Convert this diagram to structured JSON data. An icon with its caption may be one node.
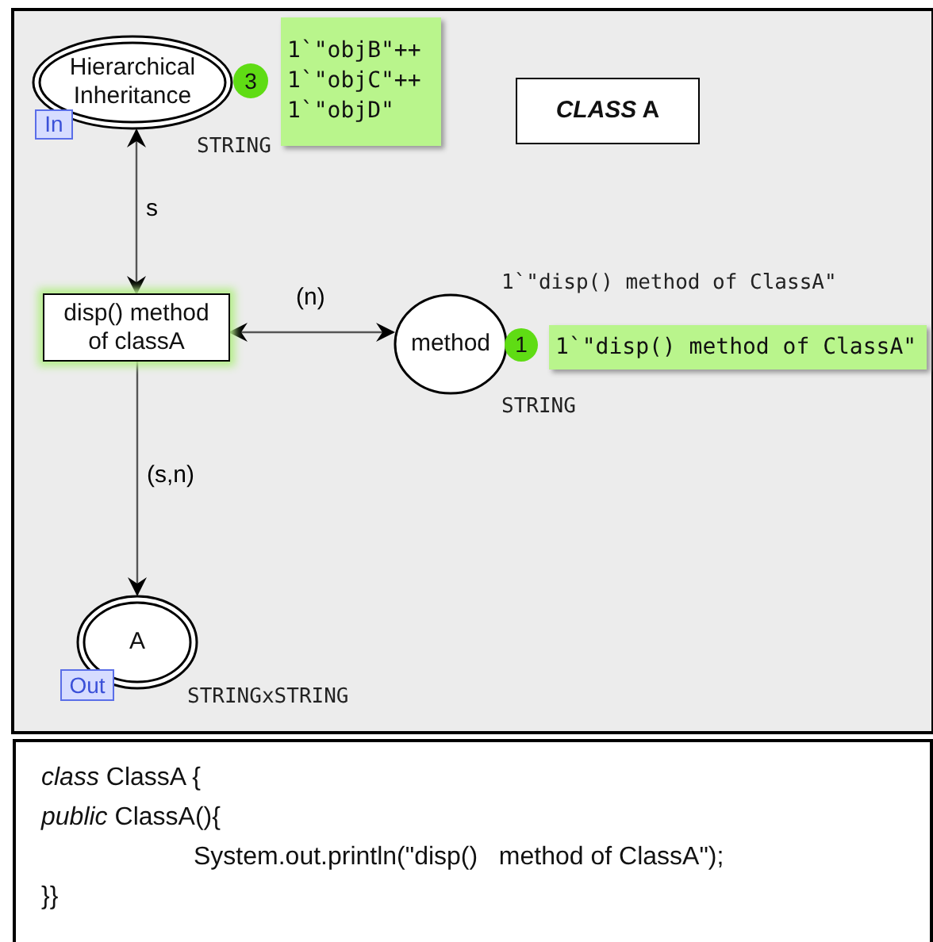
{
  "diagram": {
    "nodes": [
      {
        "text": [
          "Hierarchical Inheritance"
        ],
        "beside": [
          "STRING"
        ]
      },
      {
        "text": [
          "In"
        ]
      },
      {
        "text": [
          "3"
        ]
      },
      {
        "text": [
          "1`\"objB\"++ 1`\"objC\"++ 1`\"objD\""
        ]
      },
      {
        "text": [
          "*CLASS* A"
        ]
      },
      {
        "text": [
          "disp() method of classA"
        ]
      },
      {
        "text": [
          "method"
        ],
        "beside": [
          "1`\"disp() method of ClassA\"",
          "STRING"
        ]
      },
      {
        "text": [
          "1"
        ]
      },
      {
        "text": [
          "1`\"disp() method of ClassA\""
        ]
      },
      {
        "text": [
          "A"
        ],
        "beside": [
          "STRINGxSTRING"
        ]
      },
      {
        "text": [
          "Out"
        ]
      },
      {
        "text": [
          "*class* ClassA {",
          "*public* ClassA(){",
          "System.out.println(\"disp()   method of ClassA\");",
          "}}"
        ]
      }
    ],
    "edges": [
      {
        "from": 0,
        "to": 5,
        "arrow": "both",
        "label": "s"
      },
      {
        "from": 5,
        "to": 6,
        "arrow": "both",
        "label": "(n)"
      },
      {
        "from": 5,
        "to": 9,
        "arrow": "to",
        "label": "(s,n)"
      }
    ]
  }
}
